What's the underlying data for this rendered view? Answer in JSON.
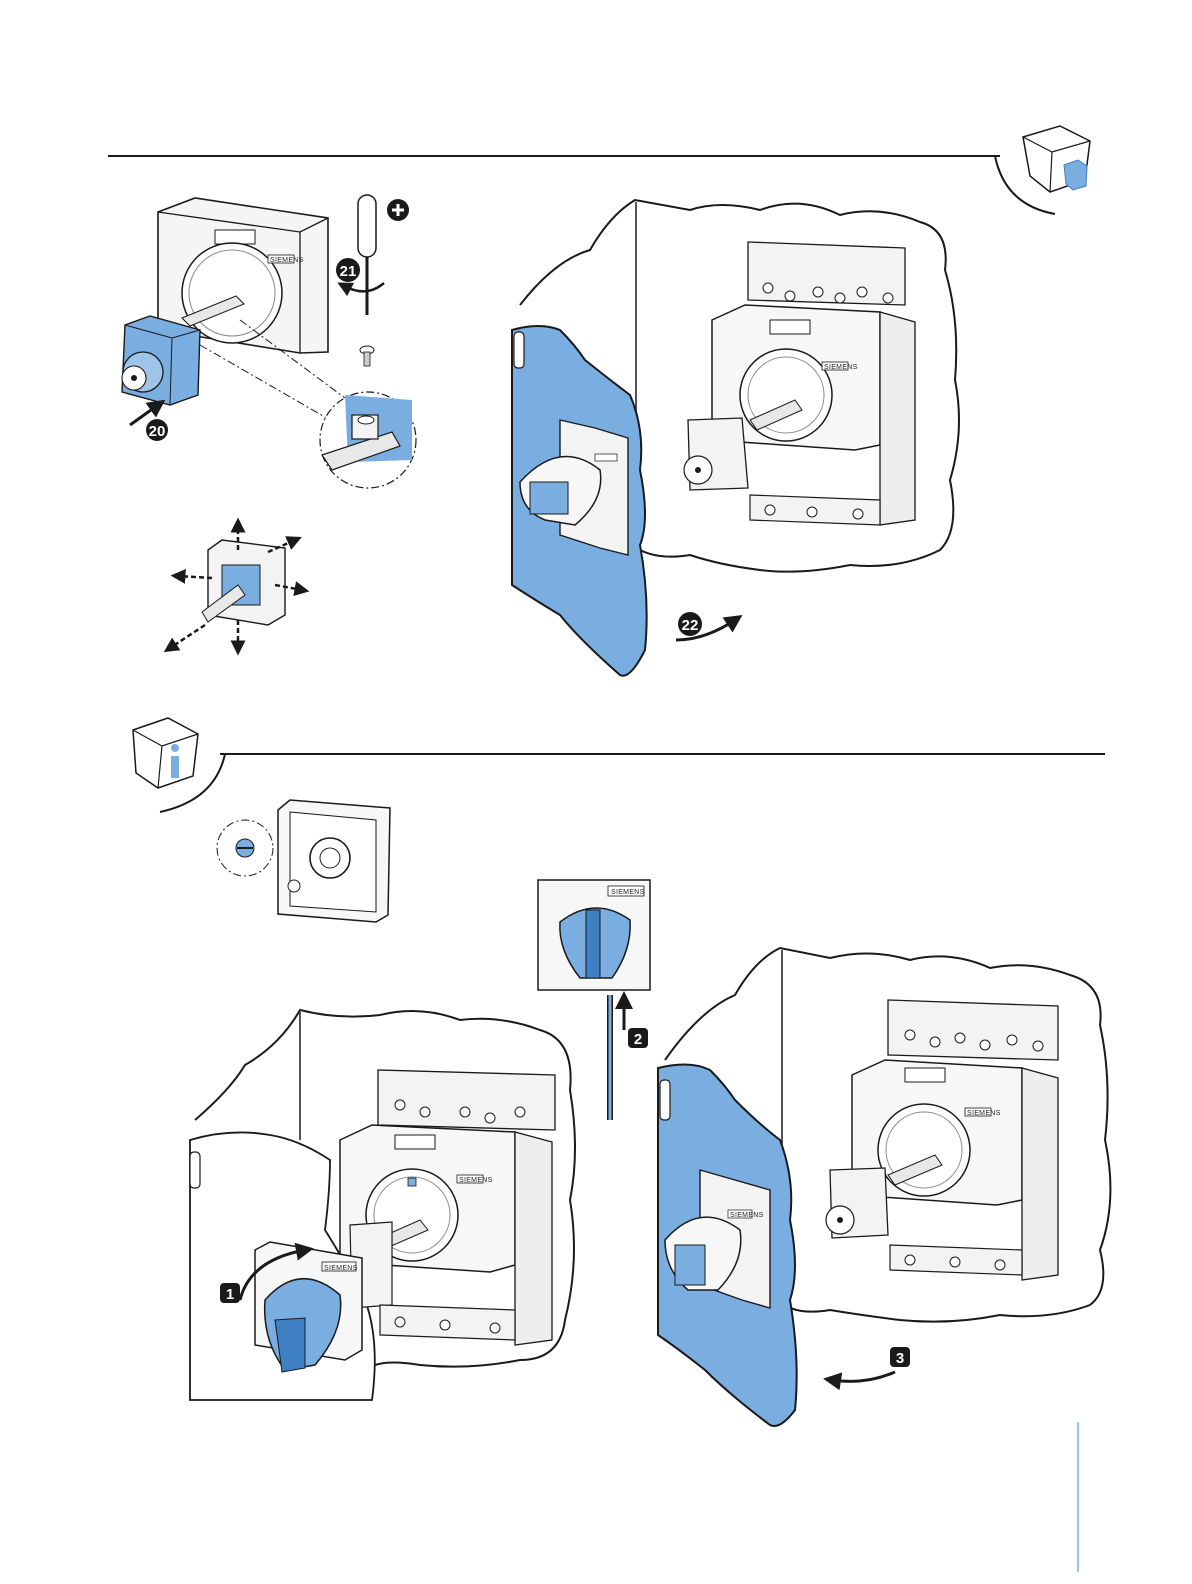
{
  "steps": {
    "s20": "20",
    "s21": "21",
    "s22": "22",
    "s1": "1",
    "s2": "2",
    "s3": "3"
  },
  "brand_label": "SIEMENS",
  "icons": {
    "mount_badge": "assembly-cube-icon",
    "info_badge": "info-cube-icon",
    "phillips": "phillips-screwdriver-icon"
  },
  "colors": {
    "accent": "#7aaee0",
    "accent_dark": "#3f7fc4",
    "line": "#1a1a1a",
    "panel": "#f3f3f3"
  }
}
